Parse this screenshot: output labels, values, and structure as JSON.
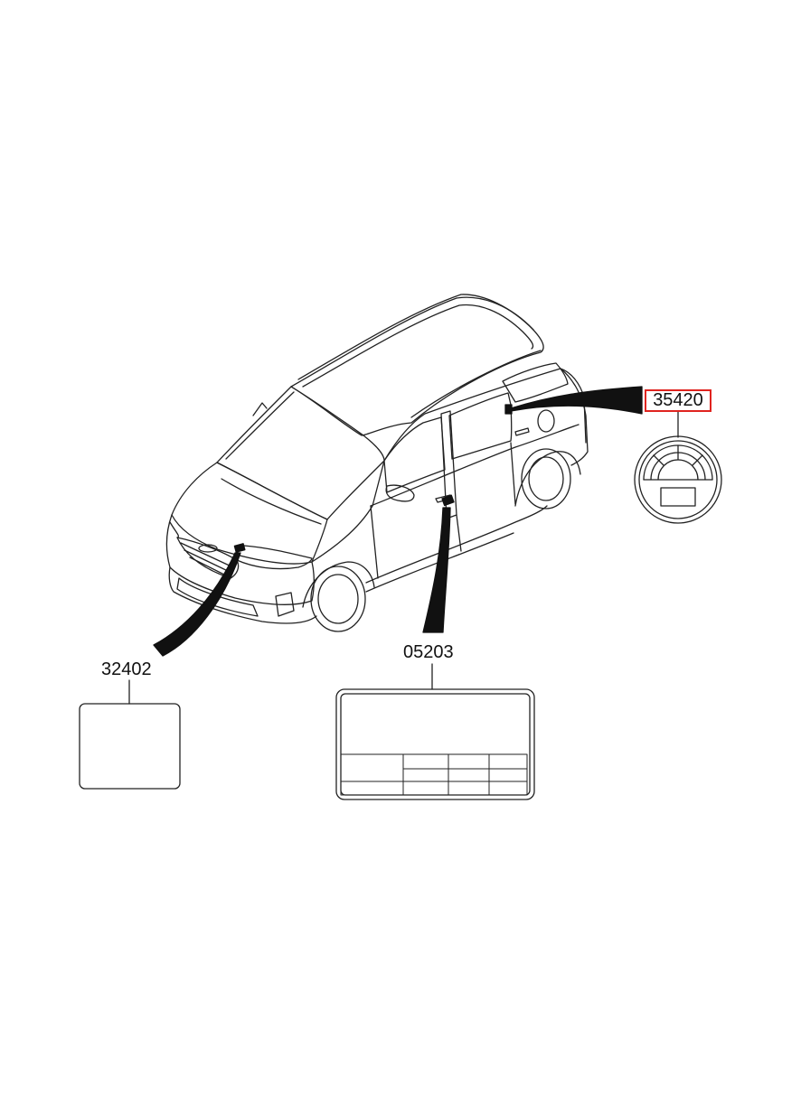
{
  "callouts": {
    "hood_label": "32402",
    "door_label": "05203",
    "fuel_label": "35420"
  },
  "colors": {
    "line": "#222222",
    "highlight": "#e0241f",
    "background": "#ffffff"
  }
}
